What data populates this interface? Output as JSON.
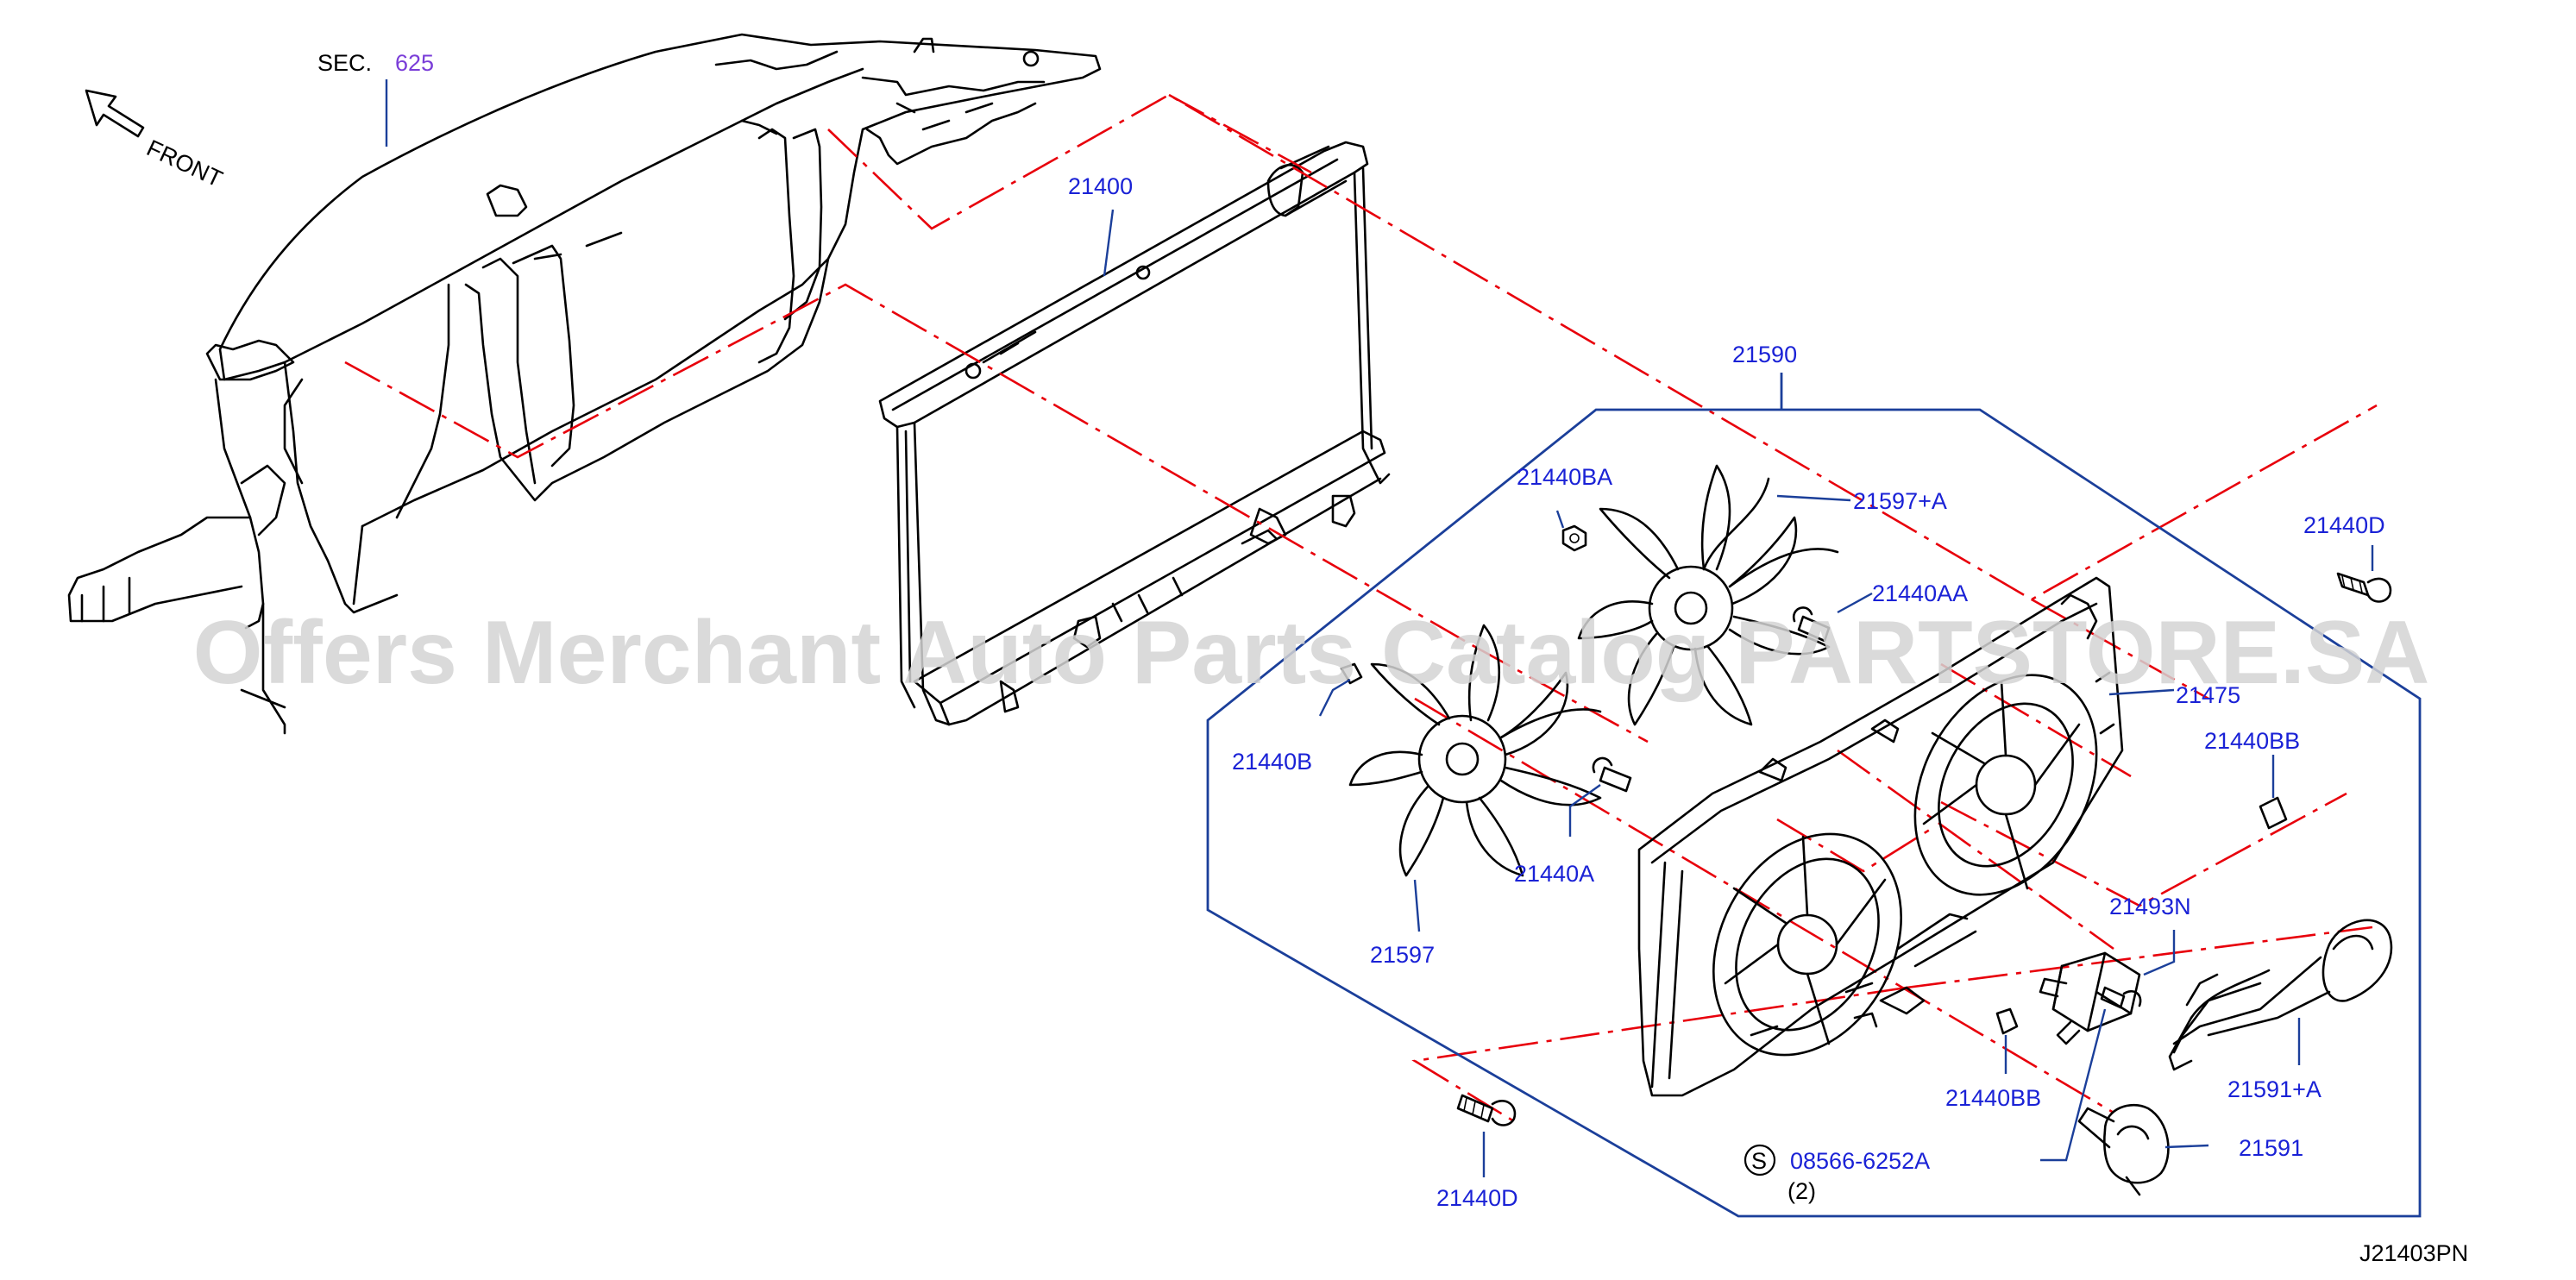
{
  "colors": {
    "label": "#1a22d6",
    "section_link": "#7a3dd8",
    "box": "#1b3f9a",
    "guide": "#e8000b",
    "watermark": "#d4d4d4"
  },
  "header": {
    "sec_prefix": "SEC.",
    "sec_number": "625",
    "front_label": "FRONT"
  },
  "labels": {
    "p21400": "21400",
    "p21590": "21590",
    "p21440BA": "21440BA",
    "p21597A": "21597+A",
    "p21440D_top": "21440D",
    "p21440AA": "21440AA",
    "p21475": "21475",
    "p21440B": "21440B",
    "p21440BB_right": "21440BB",
    "p21440A": "21440A",
    "p21493N": "21493N",
    "p21597": "21597",
    "p21591A": "21591+A",
    "p21440BB_bottom": "21440BB",
    "p21591": "21591",
    "p21440D_bottom": "21440D"
  },
  "std_part": {
    "symbol": "S",
    "number": "08566-6252A",
    "qty": "(2)"
  },
  "watermark": "Offers Merchant Auto Parts Catalog PARTSTORE.SA",
  "diagram_id": "J21403PN"
}
